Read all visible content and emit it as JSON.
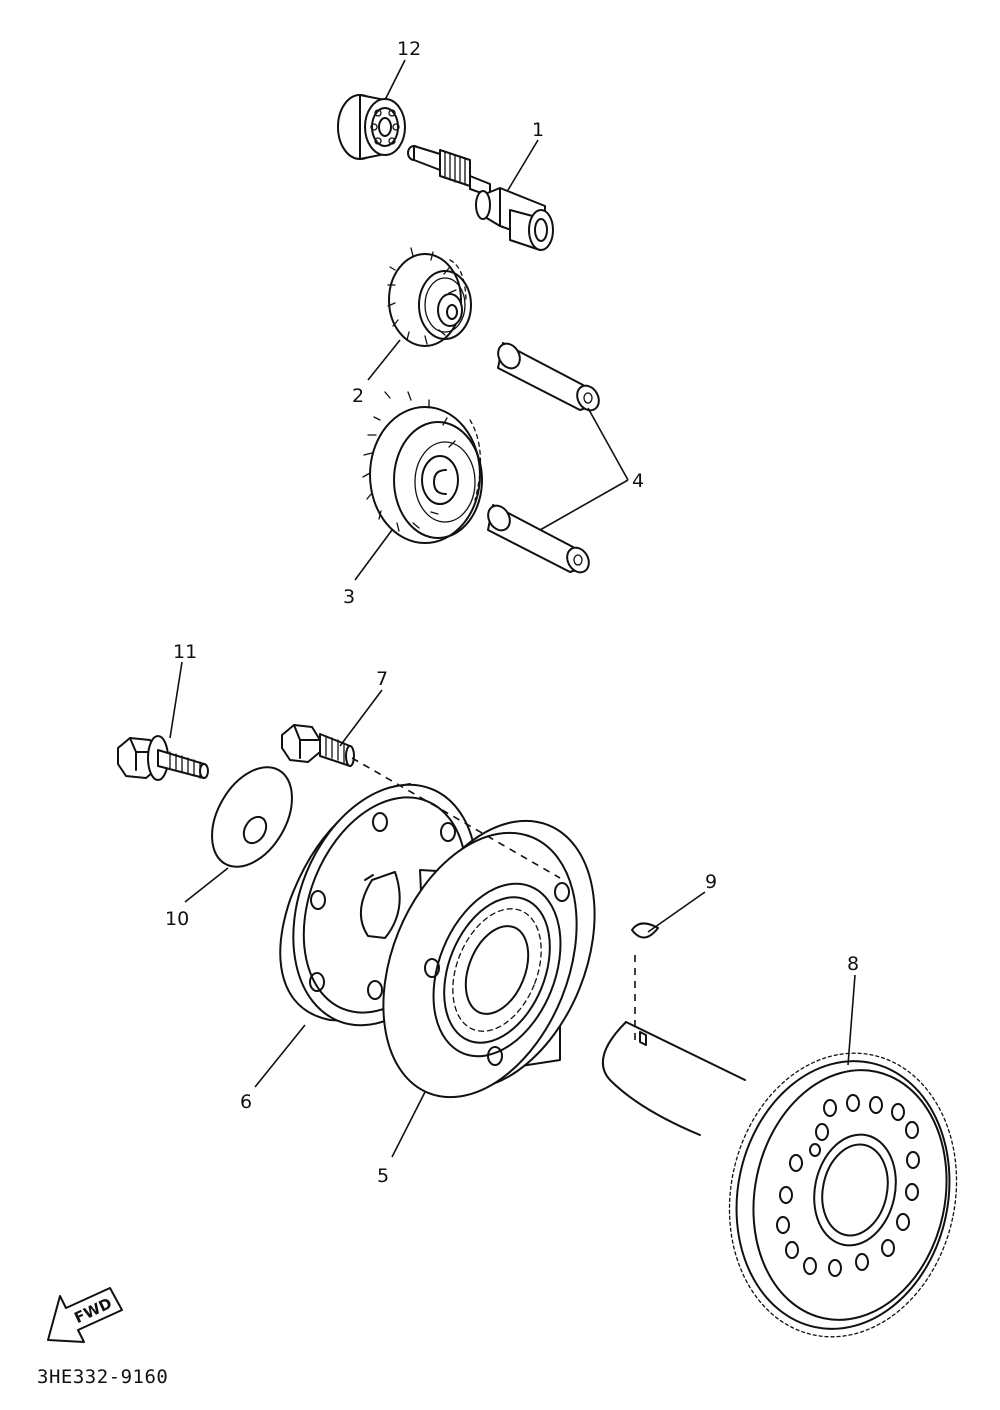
{
  "diagram": {
    "part_labels": [
      {
        "id": "1",
        "text": "1"
      },
      {
        "id": "2",
        "text": "2"
      },
      {
        "id": "3",
        "text": "3"
      },
      {
        "id": "4",
        "text": "4"
      },
      {
        "id": "5",
        "text": "5"
      },
      {
        "id": "6",
        "text": "6"
      },
      {
        "id": "7",
        "text": "7"
      },
      {
        "id": "8",
        "text": "8"
      },
      {
        "id": "9",
        "text": "9"
      },
      {
        "id": "10",
        "text": "10"
      },
      {
        "id": "11",
        "text": "11"
      },
      {
        "id": "12",
        "text": "12"
      }
    ],
    "direction_arrow": {
      "text": "FWD"
    },
    "drawing_code": "3HE332-9160"
  }
}
